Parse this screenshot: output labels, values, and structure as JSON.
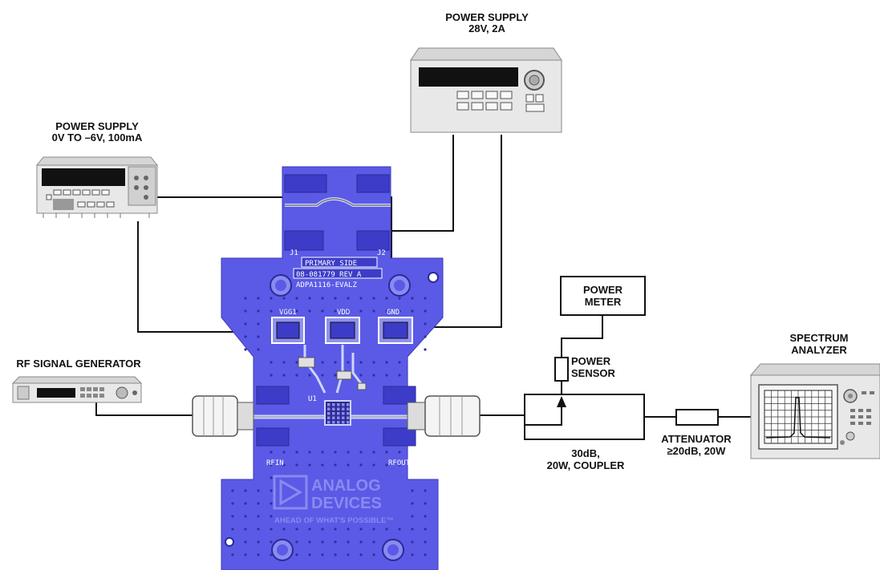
{
  "labels": {
    "psu_high_title": "POWER SUPPLY",
    "psu_high_rating": "28V, 2A",
    "psu_low_title": "POWER SUPPLY",
    "psu_low_rating": "0V TO –6V, 100mA",
    "rf_gen": "RF SIGNAL GENERATOR",
    "power_meter_1": "POWER",
    "power_meter_2": "METER",
    "power_sensor_1": "POWER",
    "power_sensor_2": "SENSOR",
    "coupler_1": "30dB,",
    "coupler_2": "20W, COUPLER",
    "attenuator_1": "ATTENUATOR",
    "attenuator_2": "≥20dB, 20W",
    "spectrum_1": "SPECTRUM",
    "spectrum_2": "ANALYZER"
  },
  "board": {
    "side": "PRIMARY SIDE",
    "part_no": "08-081779 REV A",
    "model": "ADPA1116-EVALZ",
    "vgg": "VGG1",
    "vdd": "VDD",
    "gnd": "GND",
    "j1": "J1",
    "j2": "J2",
    "rfin": "RFIN",
    "rfout": "RFOUT",
    "u1": "U1",
    "logo_1": "ANALOG",
    "logo_2": "DEVICES",
    "tagline": "AHEAD OF WHAT'S POSSIBLE™"
  },
  "colors": {
    "pcb": "#5a5ae6",
    "pcb_dark": "#3c3cc8",
    "instrument_face": "#e6e6e6",
    "display": "#111111",
    "wire": "#111111"
  }
}
